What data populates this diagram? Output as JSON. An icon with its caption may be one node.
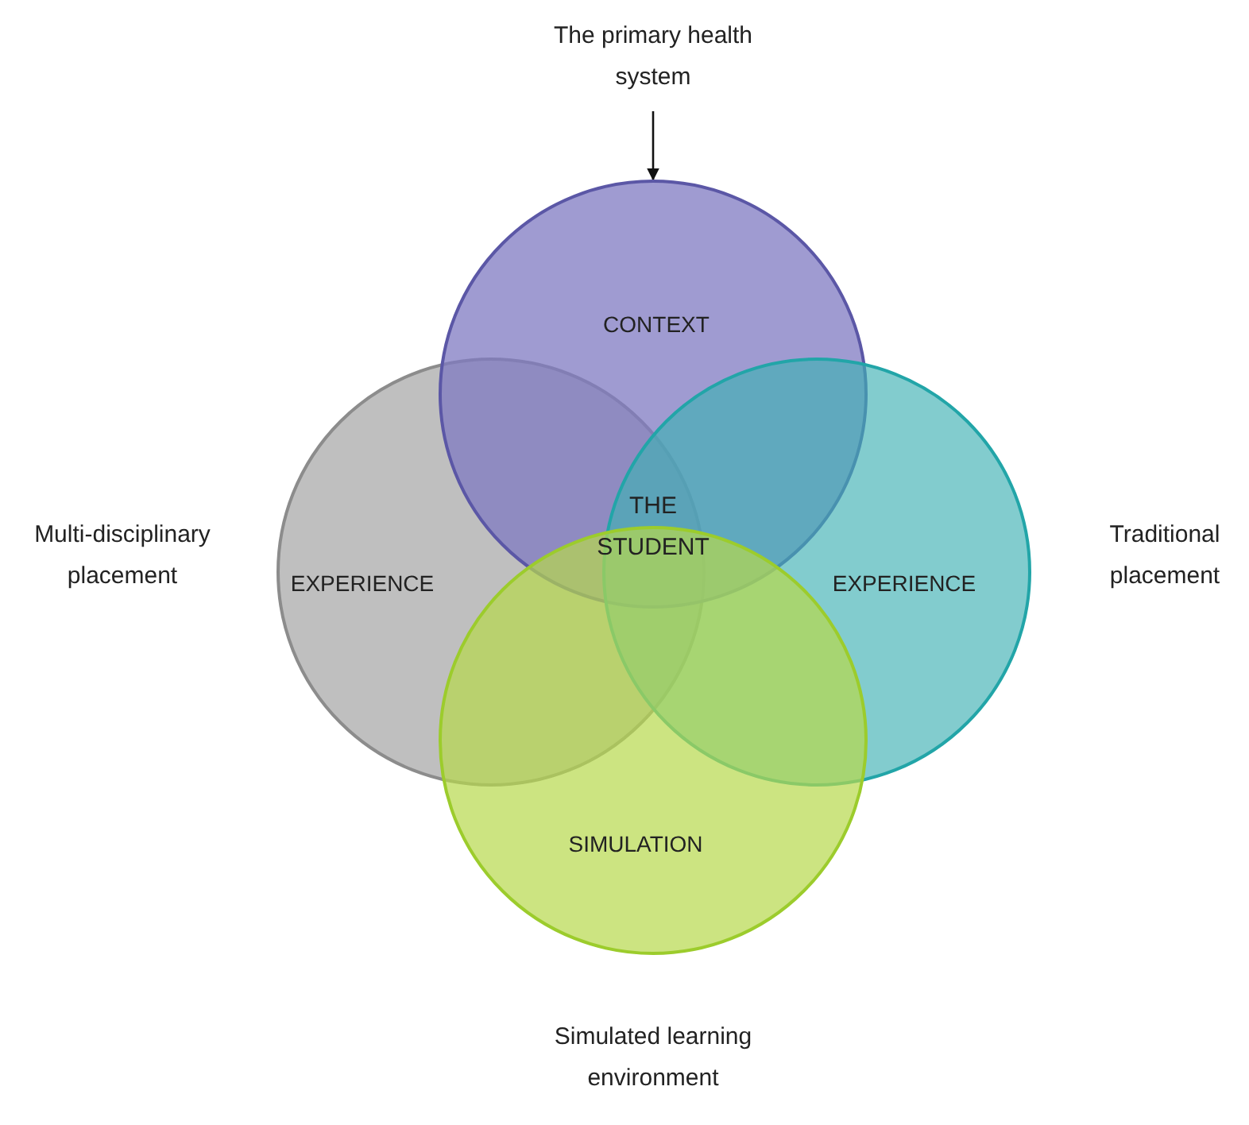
{
  "diagram": {
    "nodes": [
      {
        "text": [
          "The primary health system"
        ]
      },
      {
        "text": [
          "CONTEXT"
        ]
      },
      {
        "text": [
          "EXPERIENCE"
        ]
      },
      {
        "text": [
          "EXPERIENCE"
        ]
      },
      {
        "text": [
          "SIMULATION"
        ]
      }
    ],
    "edges": [
      {
        "from": 0,
        "to": 1,
        "arrow": "to"
      }
    ],
    "labels": [
      "THE STUDENT",
      "Multi-disciplinary placement",
      "Traditional placement",
      "Simulated learning environment"
    ]
  }
}
